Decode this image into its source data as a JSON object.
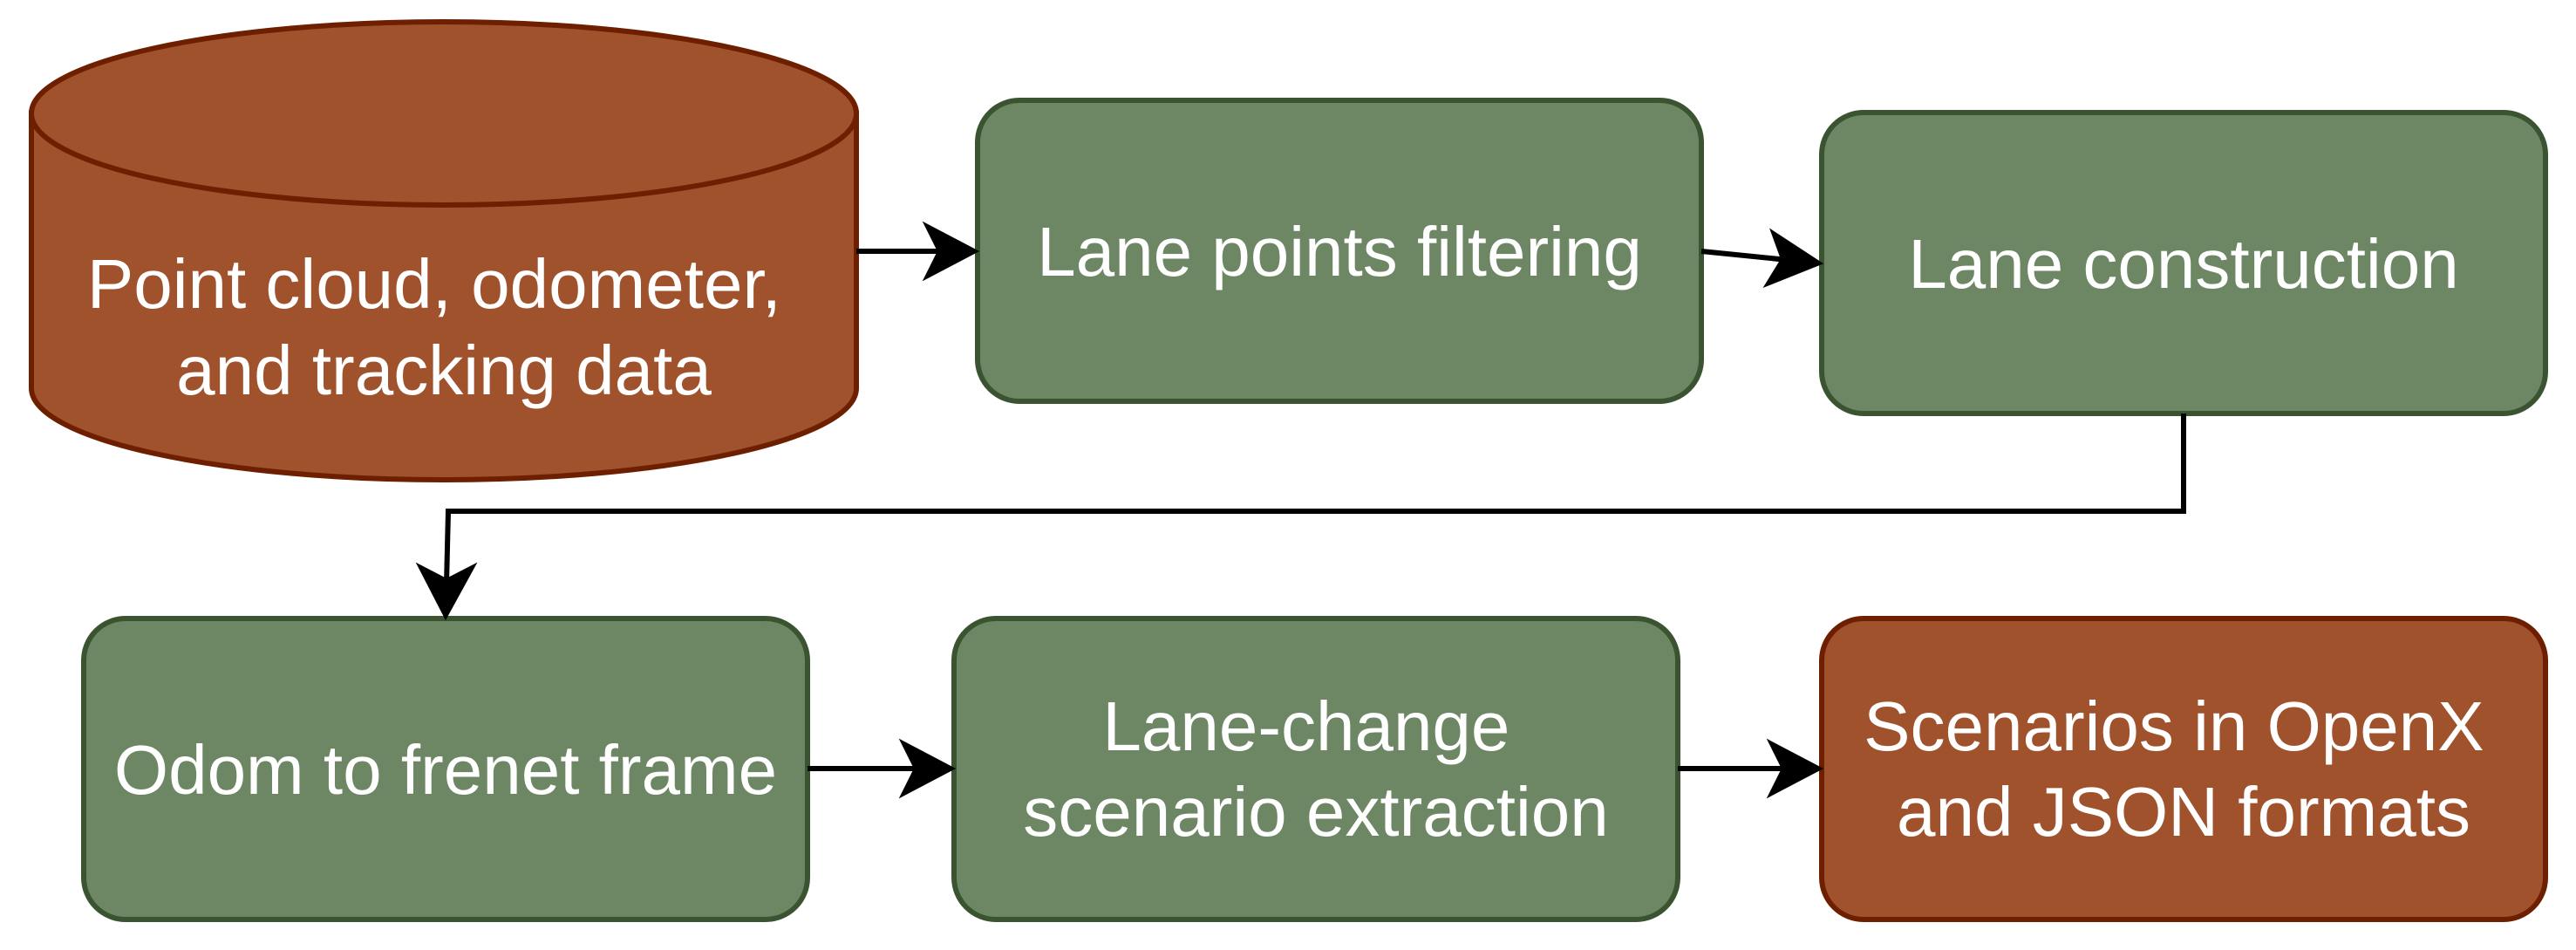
{
  "colors": {
    "process_fill": "#6D8764",
    "process_stroke": "#3A5431",
    "io_fill": "#A0522D",
    "io_stroke": "#6D1F00"
  },
  "nodes": {
    "input_data": {
      "line1": "Point cloud, odometer,",
      "line2": "and tracking data"
    },
    "lane_points_filtering": {
      "label": "Lane points filtering"
    },
    "lane_construction": {
      "label": "Lane construction"
    },
    "odom_to_frenet": {
      "label": "Odom to frenet frame"
    },
    "lane_change_extraction": {
      "line1": "Lane-change",
      "line2": "scenario extraction"
    },
    "scenarios_output": {
      "line1": "Scenarios in OpenX",
      "line2": "and JSON formats"
    }
  }
}
